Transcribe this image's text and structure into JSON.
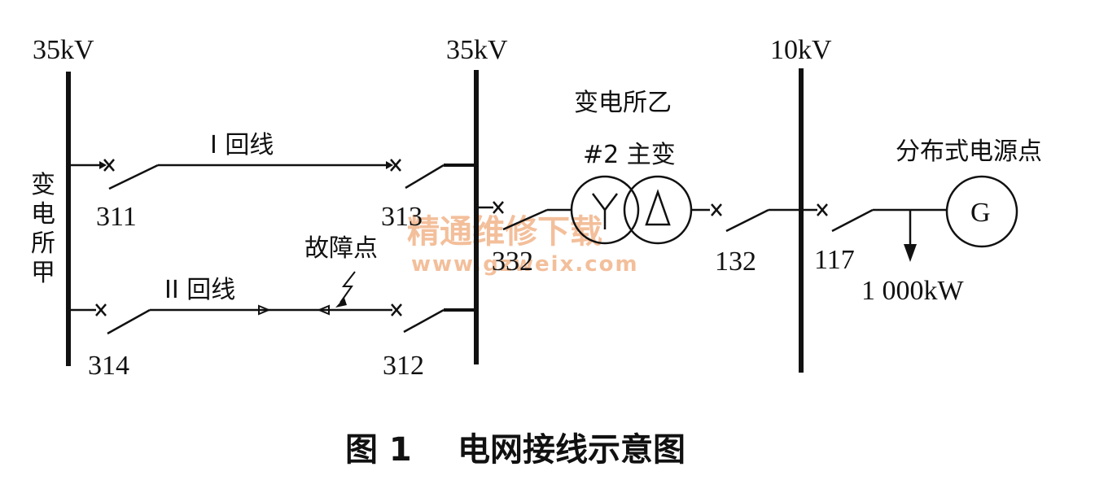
{
  "buses": {
    "left_voltage": "35kV",
    "mid_voltage": "35kV",
    "right_voltage": "10kV"
  },
  "substations": {
    "jia": "变电所甲",
    "yi": "变电所乙"
  },
  "lines": {
    "line1": "I 回线",
    "line2": "II 回线"
  },
  "breakers": {
    "b311": "311",
    "b313": "313",
    "b314": "314",
    "b312": "312",
    "b332": "332",
    "b132": "132",
    "b117": "117"
  },
  "transformer": {
    "label": "#2 主变"
  },
  "fault": {
    "label": "故障点"
  },
  "generator": {
    "label": "分布式电源点",
    "symbol": "G"
  },
  "load": {
    "value": "1 000kW"
  },
  "caption": {
    "number": "图 1",
    "title": "电网接线示意图"
  },
  "watermark": {
    "line1": "精通维修下载",
    "line2": "www.gzweix.com"
  }
}
